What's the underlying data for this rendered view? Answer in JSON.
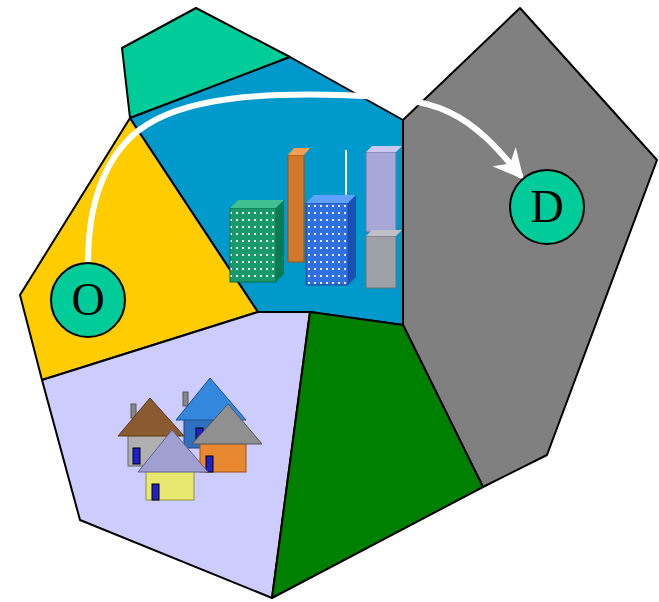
{
  "diagram": {
    "nodes": [
      {
        "text": [
          "O"
        ]
      },
      {
        "text": [
          "D"
        ]
      }
    ],
    "edges": [
      {
        "from": 0,
        "to": 1,
        "arrow": "to"
      }
    ]
  }
}
